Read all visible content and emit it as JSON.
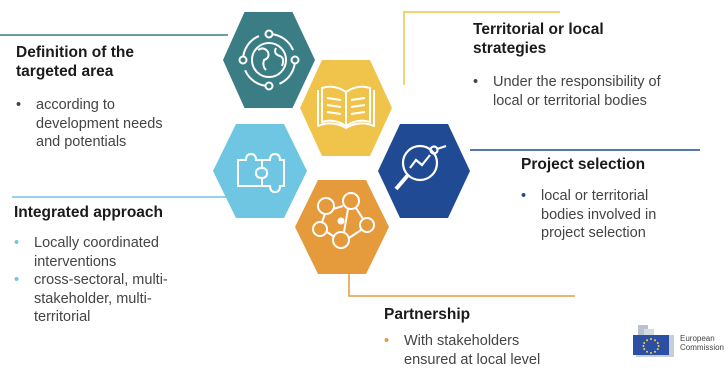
{
  "colors": {
    "teal": "#3a7d84",
    "yellow": "#f0c34a",
    "light_blue": "#6ec6e3",
    "dark_blue": "#214a95",
    "orange": "#e59a3c"
  },
  "icons": [
    "globe-icon",
    "book-icon",
    "puzzle-icon",
    "magnifier-chart-icon",
    "network-people-icon"
  ],
  "sections": {
    "area": {
      "title": "Definition of the targeted area",
      "bullet_symbol": "•",
      "bullets": [
        "according to development needs and potentials"
      ]
    },
    "strategies": {
      "title": "Territorial or local strategies",
      "bullet_symbol": "•",
      "bullets": [
        "Under the responsibility of local or territorial bodies"
      ]
    },
    "selection": {
      "title": "Project selection",
      "bullet_symbol": "•",
      "bullets": [
        "local or territorial bodies involved in project selection"
      ]
    },
    "integrated": {
      "title": "Integrated approach",
      "bullet_symbol": "•",
      "bullets": [
        "Locally coordinated interventions",
        "cross-sectoral, multi-stakeholder, multi-territorial"
      ]
    },
    "partnership": {
      "title": "Partnership",
      "bullet_symbol": "•",
      "bullets": [
        "With stakeholders ensured at local level"
      ]
    }
  },
  "logo": {
    "line1": "European",
    "line2": "Commission"
  }
}
